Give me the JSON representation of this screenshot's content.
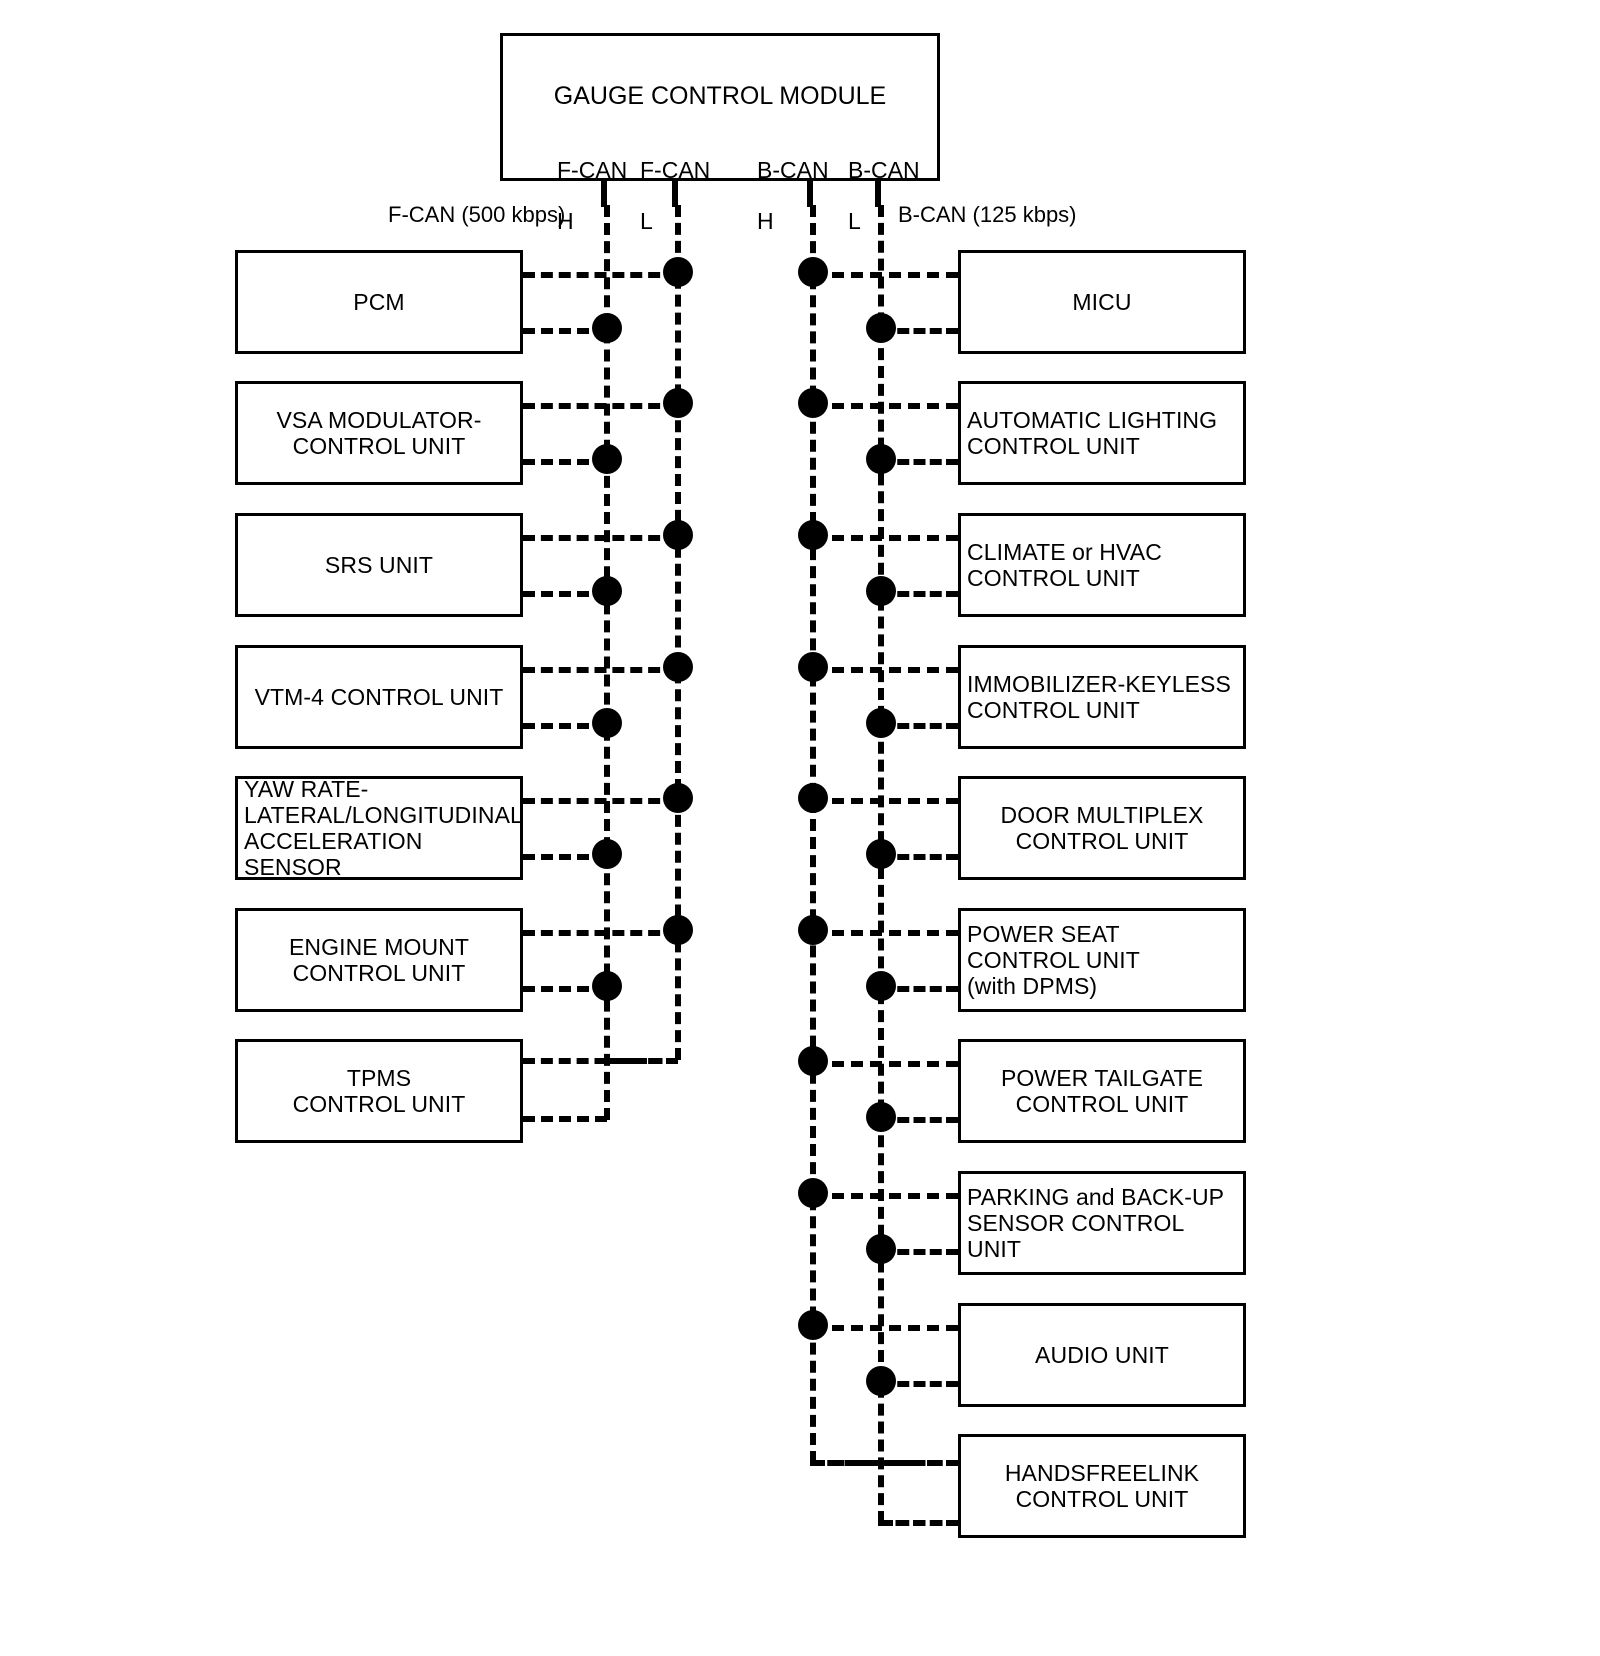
{
  "diagram": {
    "title": "GAUGE CONTROL MODULE",
    "hub": {
      "label": "GAUGE CONTROL MODULE",
      "pins": [
        {
          "name": "F-CAN H",
          "line1": "F-CAN",
          "line2": "H"
        },
        {
          "name": "F-CAN L",
          "line1": "F-CAN",
          "line2": "L"
        },
        {
          "name": "B-CAN H",
          "line1": "B-CAN",
          "line2": "H"
        },
        {
          "name": "B-CAN L",
          "line1": "B-CAN",
          "line2": "L"
        }
      ]
    },
    "buses": [
      {
        "id": "f-can",
        "label": "F-CAN (500 kbps)",
        "speed": "500 kbps",
        "side": "left"
      },
      {
        "id": "b-can",
        "label": "B-CAN (125 kbps)",
        "speed": "125 kbps",
        "side": "right"
      }
    ],
    "left_nodes": [
      {
        "label": "PCM"
      },
      {
        "label": "VSA MODULATOR-\nCONTROL UNIT"
      },
      {
        "label": "SRS UNIT"
      },
      {
        "label": "VTM-4 CONTROL UNIT"
      },
      {
        "label": "YAW RATE-\nLATERAL/LONGITUDINAL\nACCELERATION SENSOR"
      },
      {
        "label": "ENGINE MOUNT\nCONTROL UNIT"
      },
      {
        "label": "TPMS\nCONTROL UNIT"
      }
    ],
    "right_nodes": [
      {
        "label": "MICU"
      },
      {
        "label": "AUTOMATIC LIGHTING\nCONTROL UNIT"
      },
      {
        "label": "CLIMATE or HVAC\nCONTROL UNIT"
      },
      {
        "label": "IMMOBILIZER-KEYLESS\nCONTROL UNIT"
      },
      {
        "label": "DOOR MULTIPLEX\nCONTROL UNIT"
      },
      {
        "label": "POWER SEAT\nCONTROL UNIT\n(with DPMS)"
      },
      {
        "label": "POWER TAILGATE\nCONTROL UNIT"
      },
      {
        "label": "PARKING and BACK-UP\nSENSOR CONTROL UNIT"
      },
      {
        "label": "AUDIO UNIT"
      },
      {
        "label": "HANDSFREELINK\nCONTROL UNIT"
      }
    ],
    "colors": {
      "ink": "#000000",
      "paper": "#ffffff"
    }
  }
}
